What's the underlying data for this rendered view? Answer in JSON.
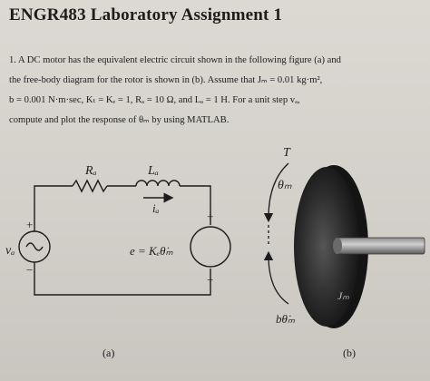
{
  "header": {
    "title": "ENGR483 Laboratory Assignment 1"
  },
  "problem": {
    "line1": "1. A DC motor has the equivalent electric circuit shown in the following figure (a) and",
    "line2": "the free-body diagram for the rotor is shown in (b). Assume that Jₘ = 0.01 kg·m²,",
    "line3": "b = 0.001 N·m·sec, Kₜ = Kₑ = 1, Rₐ = 10 Ω, and Lₐ = 1 H. For a unit step vₐ,",
    "line4": "compute and plot the response of θₘ by using MATLAB."
  },
  "circuit": {
    "resistor_label": "Rₐ",
    "inductor_label": "Lₐ",
    "current_label": "iₐ",
    "source_label": "vₐ",
    "source_plus": "+",
    "source_minus": "−",
    "motor_plus": "+",
    "motor_minus": "−",
    "emf_label": "e = Kₑθ̇ₘ",
    "caption": "(a)"
  },
  "rotor": {
    "torque_label": "T",
    "angle_label": "θₘ",
    "inertia_label": "Jₘ",
    "damping_label": "bθ̇ₘ",
    "caption": "(b)"
  },
  "colors": {
    "ink": "#1c1c1c",
    "disk_dark": "#121212",
    "disk_light": "#7a7a7a"
  }
}
